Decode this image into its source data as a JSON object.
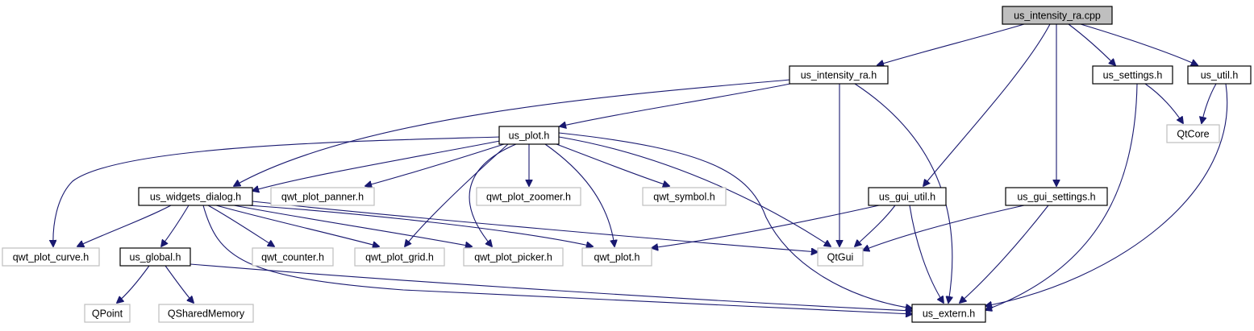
{
  "graph": {
    "nodes": [
      {
        "id": "us_intensity_ra_cpp",
        "label": "us_intensity_ra.cpp",
        "kind": "root"
      },
      {
        "id": "us_intensity_ra_h",
        "label": "us_intensity_ra.h",
        "kind": "local"
      },
      {
        "id": "us_settings_h",
        "label": "us_settings.h",
        "kind": "local"
      },
      {
        "id": "us_util_h",
        "label": "us_util.h",
        "kind": "local"
      },
      {
        "id": "QtCore",
        "label": "QtCore",
        "kind": "external"
      },
      {
        "id": "us_plot_h",
        "label": "us_plot.h",
        "kind": "local"
      },
      {
        "id": "us_widgets_dialog_h",
        "label": "us_widgets_dialog.h",
        "kind": "local"
      },
      {
        "id": "qwt_plot_panner_h",
        "label": "qwt_plot_panner.h",
        "kind": "external"
      },
      {
        "id": "qwt_plot_zoomer_h",
        "label": "qwt_plot_zoomer.h",
        "kind": "external"
      },
      {
        "id": "qwt_symbol_h",
        "label": "qwt_symbol.h",
        "kind": "external"
      },
      {
        "id": "us_gui_util_h",
        "label": "us_gui_util.h",
        "kind": "local"
      },
      {
        "id": "us_gui_settings_h",
        "label": "us_gui_settings.h",
        "kind": "local"
      },
      {
        "id": "qwt_plot_curve_h",
        "label": "qwt_plot_curve.h",
        "kind": "external"
      },
      {
        "id": "us_global_h",
        "label": "us_global.h",
        "kind": "local"
      },
      {
        "id": "qwt_counter_h",
        "label": "qwt_counter.h",
        "kind": "external"
      },
      {
        "id": "qwt_plot_grid_h",
        "label": "qwt_plot_grid.h",
        "kind": "external"
      },
      {
        "id": "qwt_plot_picker_h",
        "label": "qwt_plot_picker.h",
        "kind": "external"
      },
      {
        "id": "qwt_plot_h",
        "label": "qwt_plot.h",
        "kind": "external"
      },
      {
        "id": "QtGui",
        "label": "QtGui",
        "kind": "external"
      },
      {
        "id": "QPoint",
        "label": "QPoint",
        "kind": "external"
      },
      {
        "id": "QSharedMemory",
        "label": "QSharedMemory",
        "kind": "external"
      },
      {
        "id": "us_extern_h",
        "label": "us_extern.h",
        "kind": "local"
      }
    ],
    "edges": [
      {
        "from": "us_intensity_ra_cpp",
        "to": "us_intensity_ra_h"
      },
      {
        "from": "us_intensity_ra_cpp",
        "to": "us_gui_util_h"
      },
      {
        "from": "us_intensity_ra_cpp",
        "to": "us_gui_settings_h"
      },
      {
        "from": "us_intensity_ra_cpp",
        "to": "us_settings_h"
      },
      {
        "from": "us_intensity_ra_cpp",
        "to": "us_util_h"
      },
      {
        "from": "us_intensity_ra_h",
        "to": "us_widgets_dialog_h"
      },
      {
        "from": "us_intensity_ra_h",
        "to": "us_plot_h"
      },
      {
        "from": "us_intensity_ra_h",
        "to": "QtGui"
      },
      {
        "from": "us_intensity_ra_h",
        "to": "us_extern_h"
      },
      {
        "from": "us_settings_h",
        "to": "QtCore"
      },
      {
        "from": "us_settings_h",
        "to": "us_extern_h"
      },
      {
        "from": "us_util_h",
        "to": "QtCore"
      },
      {
        "from": "us_util_h",
        "to": "us_extern_h"
      },
      {
        "from": "us_plot_h",
        "to": "qwt_plot_curve_h"
      },
      {
        "from": "us_plot_h",
        "to": "us_widgets_dialog_h"
      },
      {
        "from": "us_plot_h",
        "to": "qwt_plot_panner_h"
      },
      {
        "from": "us_plot_h",
        "to": "qwt_plot_zoomer_h"
      },
      {
        "from": "us_plot_h",
        "to": "qwt_symbol_h"
      },
      {
        "from": "us_plot_h",
        "to": "qwt_plot_grid_h"
      },
      {
        "from": "us_plot_h",
        "to": "qwt_plot_picker_h"
      },
      {
        "from": "us_plot_h",
        "to": "qwt_plot_h"
      },
      {
        "from": "us_plot_h",
        "to": "QtGui"
      },
      {
        "from": "us_plot_h",
        "to": "us_extern_h"
      },
      {
        "from": "us_widgets_dialog_h",
        "to": "qwt_plot_curve_h"
      },
      {
        "from": "us_widgets_dialog_h",
        "to": "us_global_h"
      },
      {
        "from": "us_widgets_dialog_h",
        "to": "qwt_counter_h"
      },
      {
        "from": "us_widgets_dialog_h",
        "to": "qwt_plot_grid_h"
      },
      {
        "from": "us_widgets_dialog_h",
        "to": "qwt_plot_picker_h"
      },
      {
        "from": "us_widgets_dialog_h",
        "to": "qwt_plot_h"
      },
      {
        "from": "us_widgets_dialog_h",
        "to": "QtGui"
      },
      {
        "from": "us_widgets_dialog_h",
        "to": "us_extern_h"
      },
      {
        "from": "us_gui_util_h",
        "to": "qwt_plot_h"
      },
      {
        "from": "us_gui_util_h",
        "to": "QtGui"
      },
      {
        "from": "us_gui_util_h",
        "to": "us_extern_h"
      },
      {
        "from": "us_gui_settings_h",
        "to": "QtGui"
      },
      {
        "from": "us_gui_settings_h",
        "to": "us_extern_h"
      },
      {
        "from": "us_global_h",
        "to": "QPoint"
      },
      {
        "from": "us_global_h",
        "to": "QSharedMemory"
      },
      {
        "from": "us_global_h",
        "to": "us_extern_h"
      }
    ],
    "colors": {
      "edge": "#191970",
      "local_border": "#000000",
      "external_border": "#bfbfbf",
      "root_fill": "#bfbfbf",
      "background": "#ffffff"
    }
  }
}
